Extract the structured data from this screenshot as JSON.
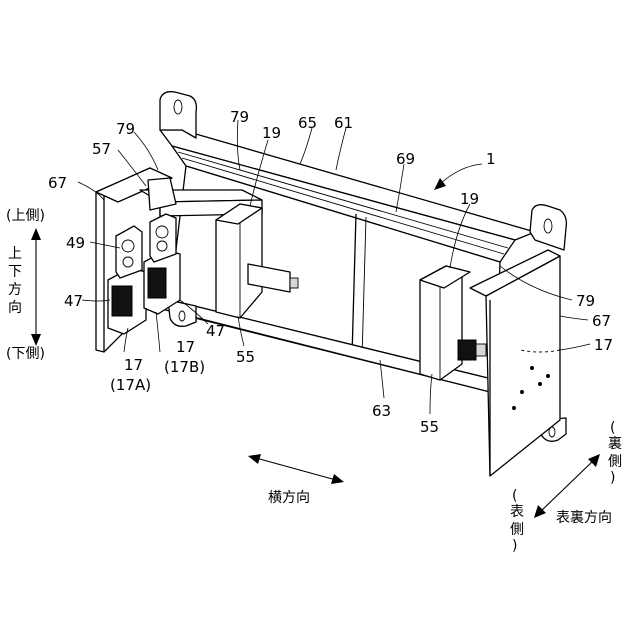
{
  "labels": {
    "l1": "1",
    "l19a": "19",
    "l19b": "19",
    "l47a": "47",
    "l47b": "47",
    "l49": "49",
    "l55a": "55",
    "l55b": "55",
    "l57": "57",
    "l61": "61",
    "l63": "63",
    "l65": "65",
    "l67a": "67",
    "l67b": "67",
    "l69": "69",
    "l79a": "79",
    "l79b": "79",
    "l79c": "79",
    "l17a": "17",
    "l17b": "17",
    "l17c": "17",
    "l17A": "(17A)",
    "l17B": "(17B)"
  },
  "directions": {
    "upper_side": "(上側)",
    "lower_side": "(下側)",
    "vertical": [
      "上",
      "下",
      "方",
      "向"
    ],
    "horizontal": "横方向",
    "back_side": [
      "(",
      "裏",
      "側",
      ")"
    ],
    "front_side": [
      "(",
      "表",
      "側",
      ")"
    ],
    "depth": "表裏方向"
  }
}
